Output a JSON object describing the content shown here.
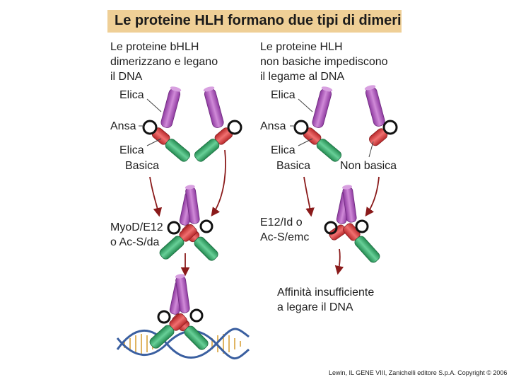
{
  "title": "Le proteine HLH formano due tipi di dimeri",
  "left_panel": {
    "heading": "Le proteine bHLH\ndimerizzano e legano\nil DNA",
    "label_helix_top": "Elica",
    "label_loop": "Ansa",
    "label_helix_bottom": "Elica",
    "label_basic": "Basica",
    "dimer_label": "MyoD/E12\no Ac-S/da"
  },
  "right_panel": {
    "heading": "Le proteine HLH\nnon basiche impediscono\nil legame al DNA",
    "label_helix_top": "Elica",
    "label_loop": "Ansa",
    "label_helix_bottom": "Elica",
    "label_basic": "Basica",
    "label_nonbasic": "Non basica",
    "dimer_label": "E12/Id o\nAc-S/emc",
    "result_text": "Affinità insufficiente\na legare il DNA"
  },
  "credit": "Lewin, IL GENE VIII, Zanichelli editore S.p.A. Copyright © 2006",
  "colors": {
    "title_band": "#efcf96",
    "helix_purple": "#b25bc0",
    "helix_red": "#d8403a",
    "helix_green": "#3aa86a",
    "arrow": "#8a1a1a",
    "dna_blue": "#3a5fa0",
    "dna_orange": "#d9a23a"
  }
}
